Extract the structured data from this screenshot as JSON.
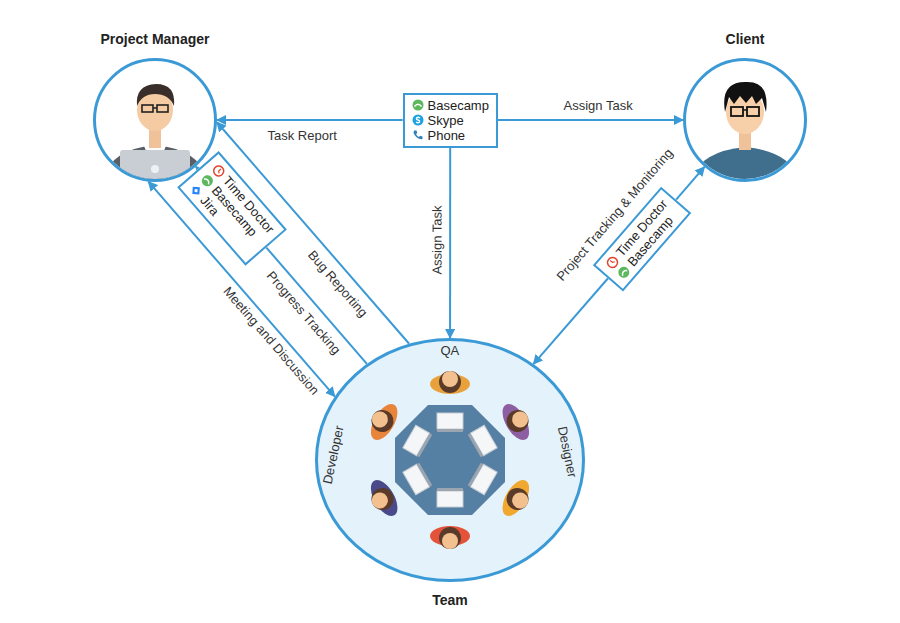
{
  "diagram": {
    "nodes": [
      {
        "text": [
          "Project Manager"
        ]
      },
      {
        "text": [
          "Client"
        ]
      },
      {
        "text": [
          "Basecamp",
          "Skype",
          "Phone"
        ]
      },
      {
        "text": [
          "Time Doctor",
          "Basecamp",
          "Jira"
        ]
      },
      {
        "text": [
          "Time Doctor",
          "Basecamp"
        ]
      },
      {
        "text": [
          "Team"
        ]
      }
    ],
    "edges": [
      {
        "from": 2,
        "to": 0,
        "label": "Task Report",
        "arrow": "to"
      },
      {
        "from": 2,
        "to": 1,
        "label": "Assign Task",
        "arrow": "to"
      },
      {
        "from": 2,
        "to": 5,
        "label": "Assign Task",
        "arrow": "to"
      },
      {
        "from": 0,
        "to": 5,
        "label": "Meeting and Discussion",
        "arrow": "both"
      },
      {
        "from": 3,
        "to": 0,
        "arrow": "to"
      },
      {
        "from": 5,
        "to": 3,
        "label": "Progress Tracking",
        "arrow": "none"
      },
      {
        "from": 5,
        "to": 0,
        "label": "Bug Reporting",
        "arrow": "to"
      },
      {
        "from": 4,
        "to": 1,
        "label": "Project Tracking & Monitoring",
        "arrow": "to"
      },
      {
        "from": 4,
        "to": 5,
        "arrow": "to"
      }
    ],
    "labels": [
      "QA",
      "Developer",
      "Designer"
    ]
  }
}
